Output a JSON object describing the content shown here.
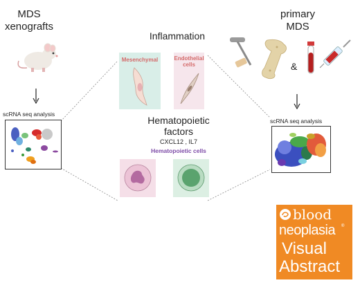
{
  "left_panel": {
    "title": "MDS\nxenografts",
    "analysis_label": "scRNA seq analysis"
  },
  "right_panel": {
    "title": "primary\nMDS",
    "ampersand": "&",
    "analysis_label": "scRNA seq analysis"
  },
  "center": {
    "inflammation_label": "Inflammation",
    "mesenchymal_label": "Mesenchymal",
    "endothelial_label": "Endothelial cells",
    "hematopoietic_factors_label": "Hematopoietic factors",
    "factors": "CXCL12 , IL7",
    "hematopoietic_cells_label": "Hematopoietic cells"
  },
  "logo": {
    "line1": "blood",
    "line2": "neoplasia",
    "registered": "®",
    "line3": "Visual",
    "line4": "Abstract"
  },
  "colors": {
    "mesenchymal_card": "#d9eee8",
    "endothelial_card": "#f6e6ec",
    "hematopoietic_card_1": "#f5dfe8",
    "hematopoietic_card_2": "#dcefe3",
    "card_label": "#d46a6a",
    "hematopoietic_label": "#7c4aa6",
    "logo_bg": "#f08a24"
  },
  "icons": [
    "mouse-icon",
    "down-arrow-icon",
    "umap-plot-icon",
    "bone-marrow-needle-icon",
    "bone-icon",
    "blood-tube-icon",
    "syringe-icon",
    "mesenchymal-cell-icon",
    "endothelial-cell-icon",
    "myeloid-cell-icon",
    "lymphoid-cell-icon",
    "blood-logo-icon"
  ]
}
